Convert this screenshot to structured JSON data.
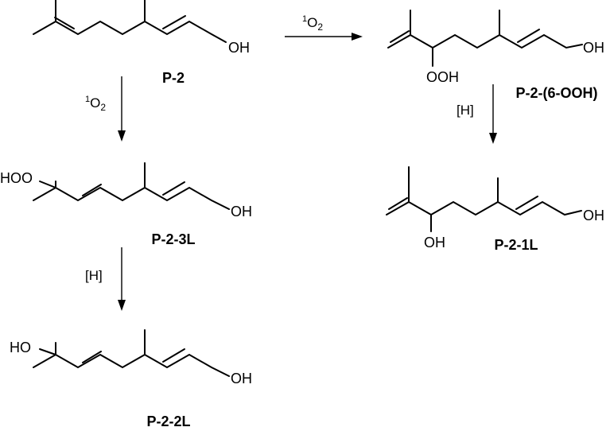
{
  "compounds": {
    "p2": "P-2",
    "p2_6ooh": "P-2-(6-OOH)",
    "p2_3l": "P-2-3L",
    "p2_1l": "P-2-1L",
    "p2_2l": "P-2-2L"
  },
  "atoms": {
    "oh": "OH",
    "ooh": "OOH",
    "hoo": "HOO",
    "ho": "HO"
  },
  "reagents": {
    "singlet_oxygen_sup": "1",
    "singlet_oxygen_main": "O",
    "singlet_oxygen_sub": "2",
    "reduction": "[H]"
  }
}
